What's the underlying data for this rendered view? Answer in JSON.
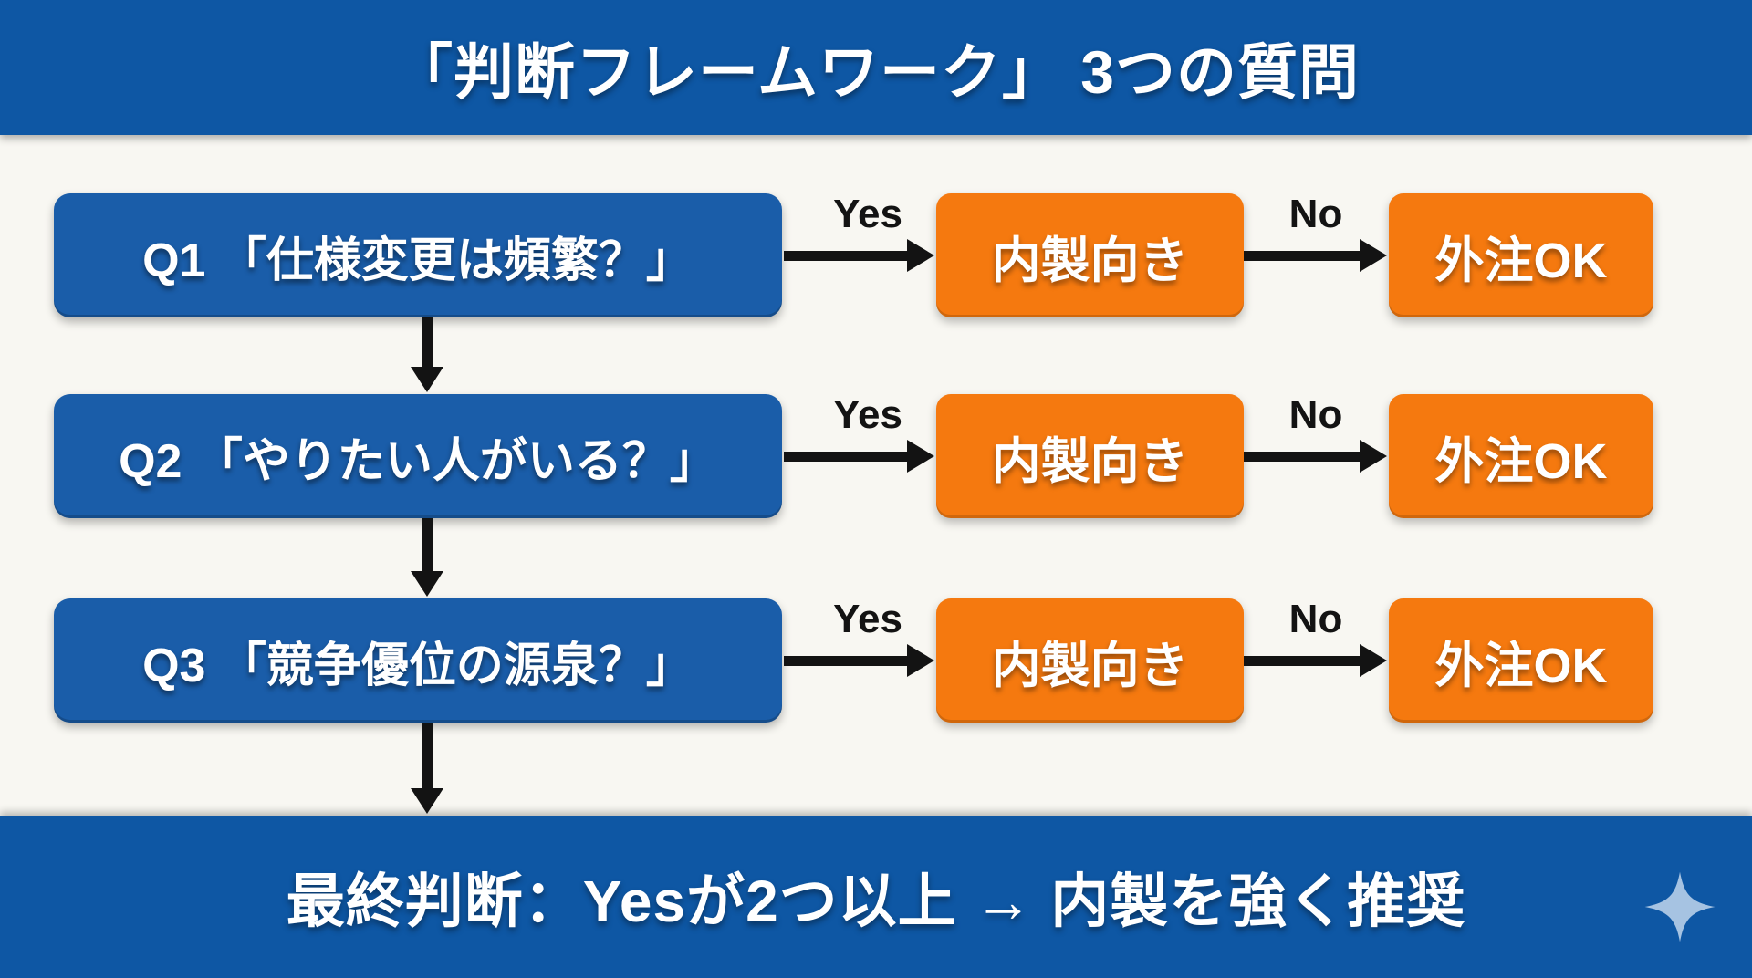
{
  "title": "「判断フレームワーク」 3つの質問",
  "rows": [
    {
      "question": "Q1 「仕様変更は頻繁？」",
      "yes_label": "Yes",
      "yes_result": "内製向き",
      "no_label": "No",
      "no_result": "外注OK"
    },
    {
      "question": "Q2 「やりたい人がいる？」",
      "yes_label": "Yes",
      "yes_result": "内製向き",
      "no_label": "No",
      "no_result": "外注OK"
    },
    {
      "question": "Q3 「競争優位の源泉？」",
      "yes_label": "Yes",
      "yes_result": "内製向き",
      "no_label": "No",
      "no_result": "外注OK"
    }
  ],
  "footer": {
    "text": "最終判断：Yesが2つ以上 → 内製を強く推奨",
    "icon": "sparkle-four-pointed-star"
  },
  "colors": {
    "banner_blue": "#0e57a4",
    "question_box_blue": "#1a5da9",
    "result_box_orange": "#f5790f",
    "arrow_black": "#131313",
    "background": "#f8f7f2",
    "sparkle_light_blue": "#a6c3e2",
    "text_white": "#ffffff"
  }
}
